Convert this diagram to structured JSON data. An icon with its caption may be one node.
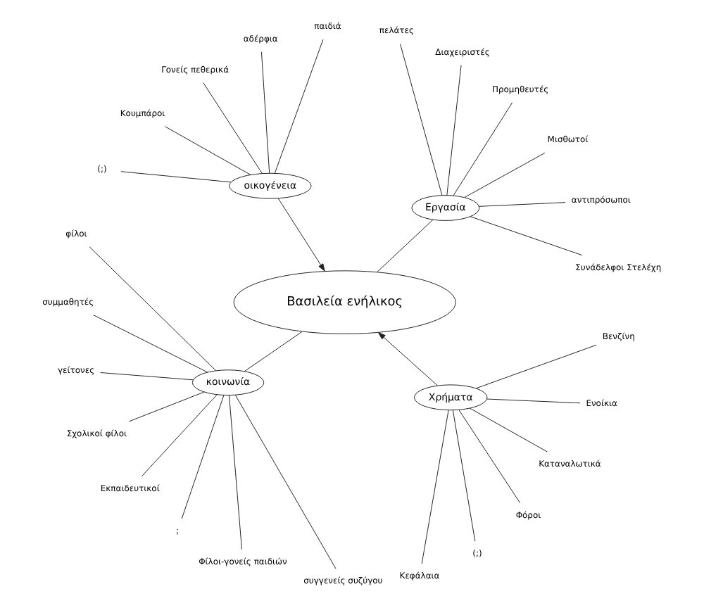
{
  "diagram": {
    "nodes": [
      {
        "text": [
          "παιδιά"
        ]
      },
      {
        "text": [
          "αδέρφια"
        ]
      },
      {
        "text": [
          "Γονείς πεθερικά"
        ]
      },
      {
        "text": [
          "οικογένεια"
        ]
      },
      {
        "text": [
          "Κουμπάροι"
        ]
      },
      {
        "text": [
          "(;)"
        ]
      },
      {
        "text": [
          "φίλοι"
        ]
      },
      {
        "text": [
          "συμμαθητές"
        ]
      },
      {
        "text": [
          "γείτονες"
        ]
      },
      {
        "text": [
          "Σχολικοί φίλοι"
        ]
      },
      {
        "text": [
          "Εκπαιδευτικοί"
        ]
      },
      {
        "text": [
          ";"
        ]
      },
      {
        "text": [
          "κοινωνία"
        ]
      },
      {
        "text": [
          "Φίλοι-γονείς παιδιών"
        ]
      },
      {
        "text": [
          "συγγενείς συζύγου"
        ]
      },
      {
        "text": [
          "Βασιλεία ενήλικος"
        ]
      },
      {
        "text": [
          "Συνάδελφοι Στελέχη"
        ]
      },
      {
        "text": [
          "Εργασία"
        ]
      },
      {
        "text": [
          "αντιπρόσωποι"
        ]
      },
      {
        "text": [
          "Μισθωτοί"
        ]
      },
      {
        "text": [
          "Προμηθευτές"
        ]
      },
      {
        "text": [
          "Διαχειριστές"
        ]
      },
      {
        "text": [
          "πελάτες"
        ]
      },
      {
        "text": [
          "Κεφάλαια"
        ]
      },
      {
        "text": [
          "(;)"
        ]
      },
      {
        "text": [
          "Χρήματα"
        ]
      },
      {
        "text": [
          "Φόροι"
        ]
      },
      {
        "text": [
          "Καταναλωτικά"
        ]
      },
      {
        "text": [
          "Ενοίκια"
        ]
      },
      {
        "text": [
          "Βενζίνη"
        ]
      }
    ],
    "edges": [
      {
        "from": 3,
        "to": 15,
        "arrow": "to"
      },
      {
        "from": 12,
        "to": 15,
        "arrow": "none"
      },
      {
        "from": 15,
        "to": 17,
        "arrow": "none"
      },
      {
        "from": 25,
        "to": 15,
        "arrow": "to"
      },
      {
        "from": 3,
        "to": 0,
        "arrow": "none"
      },
      {
        "from": 3,
        "to": 1,
        "arrow": "none"
      },
      {
        "from": 3,
        "to": 2,
        "arrow": "none"
      },
      {
        "from": 3,
        "to": 4,
        "arrow": "none"
      },
      {
        "from": 3,
        "to": 5,
        "arrow": "none"
      },
      {
        "from": 12,
        "to": 6,
        "arrow": "none"
      },
      {
        "from": 12,
        "to": 7,
        "arrow": "none"
      },
      {
        "from": 12,
        "to": 8,
        "arrow": "none"
      },
      {
        "from": 12,
        "to": 9,
        "arrow": "none"
      },
      {
        "from": 12,
        "to": 10,
        "arrow": "none"
      },
      {
        "from": 12,
        "to": 11,
        "arrow": "none"
      },
      {
        "from": 12,
        "to": 13,
        "arrow": "none"
      },
      {
        "from": 12,
        "to": 14,
        "arrow": "none"
      },
      {
        "from": 17,
        "to": 16,
        "arrow": "none"
      },
      {
        "from": 17,
        "to": 18,
        "arrow": "none"
      },
      {
        "from": 17,
        "to": 19,
        "arrow": "none"
      },
      {
        "from": 17,
        "to": 20,
        "arrow": "none"
      },
      {
        "from": 17,
        "to": 21,
        "arrow": "none"
      },
      {
        "from": 17,
        "to": 22,
        "arrow": "none"
      },
      {
        "from": 25,
        "to": 23,
        "arrow": "none"
      },
      {
        "from": 25,
        "to": 24,
        "arrow": "none"
      },
      {
        "from": 25,
        "to": 26,
        "arrow": "none"
      },
      {
        "from": 25,
        "to": 27,
        "arrow": "none"
      },
      {
        "from": 25,
        "to": 28,
        "arrow": "none"
      },
      {
        "from": 25,
        "to": 29,
        "arrow": "none"
      }
    ]
  }
}
